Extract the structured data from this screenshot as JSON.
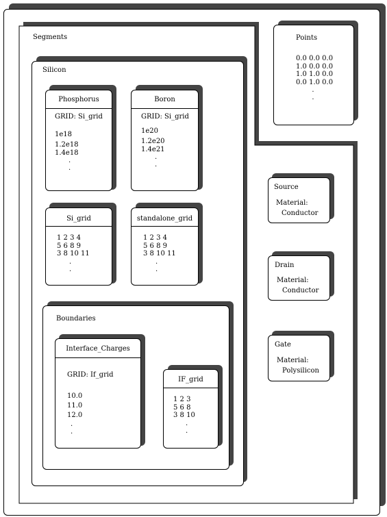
{
  "segments": {
    "title": "Segments"
  },
  "points": {
    "title": "Points",
    "lines": [
      "0.0 0.0 0.0",
      "1.0 0.0 0.0",
      "1.0 1.0 0.0",
      "0.0 1.0 0.0",
      ".",
      "."
    ]
  },
  "silicon": {
    "title": "Silicon"
  },
  "phosphorus": {
    "title": "Phosphorus",
    "grid": "GRID: Si_grid",
    "values": [
      "1e18",
      "1.2e18",
      "1.4e18",
      ".",
      "."
    ]
  },
  "boron": {
    "title": "Boron",
    "grid": "GRID: Si_grid",
    "values": [
      "1e20",
      "1.2e20",
      "1.4e21",
      ".",
      "."
    ]
  },
  "si_grid": {
    "title": "Si_grid",
    "values": [
      "1 2 3 4",
      "5 6 8 9",
      "3 8 10 11",
      ".",
      "."
    ]
  },
  "standalone_grid": {
    "title": "standalone_grid",
    "values": [
      "1 2 3 4",
      "5 6 8 9",
      "3 8 10 11",
      ".",
      "."
    ]
  },
  "boundaries": {
    "title": "Boundaries"
  },
  "interface_charges": {
    "title": "Interface_Charges",
    "grid": "GRID: If_grid",
    "values": [
      "10.0",
      "11.0",
      "12.0",
      ".",
      "."
    ]
  },
  "if_grid": {
    "title": "IF_grid",
    "values": [
      "1 2 3",
      "5 6 8",
      "3 8 10",
      ".",
      "."
    ]
  },
  "source": {
    "title": "Source",
    "label": "Material:",
    "value": "Conductor"
  },
  "drain": {
    "title": "Drain",
    "label": "Material:",
    "value": "Conductor"
  },
  "gate": {
    "title": "Gate",
    "label": "Material:",
    "value": "Polysilicon"
  }
}
